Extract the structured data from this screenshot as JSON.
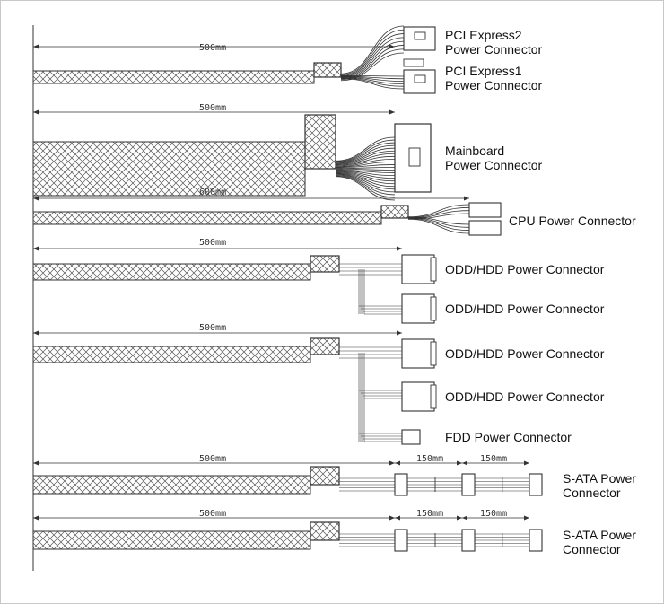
{
  "colors": {
    "line": "#333333",
    "text": "#111111",
    "background": "#ffffff"
  },
  "cables": [
    {
      "id": "pcie",
      "length": "500mm",
      "labels": [
        [
          "PCI Express2",
          "Power Connector"
        ],
        [
          "PCI Express1",
          "Power Connector"
        ]
      ]
    },
    {
      "id": "mainboard",
      "length": "500mm",
      "labels": [
        [
          "Mainboard",
          "Power Connector"
        ]
      ]
    },
    {
      "id": "cpu",
      "length": "600mm",
      "labels": [
        [
          "CPU Power Connector"
        ]
      ]
    },
    {
      "id": "odd1",
      "length": "500mm",
      "labels": [
        [
          "ODD/HDD Power Connector"
        ],
        [
          "ODD/HDD Power Connector"
        ]
      ]
    },
    {
      "id": "odd2",
      "length": "500mm",
      "labels": [
        [
          "ODD/HDD Power Connector"
        ],
        [
          "ODD/HDD Power Connector"
        ],
        [
          "FDD Power Connector"
        ]
      ]
    },
    {
      "id": "sata1",
      "length": "500mm",
      "extra": [
        "150mm",
        "150mm"
      ],
      "labels": [
        [
          "S-ATA Power",
          "Connector"
        ]
      ]
    },
    {
      "id": "sata2",
      "length": "500mm",
      "extra": [
        "150mm",
        "150mm"
      ],
      "labels": [
        [
          "S-ATA Power",
          "Connector"
        ]
      ]
    }
  ]
}
